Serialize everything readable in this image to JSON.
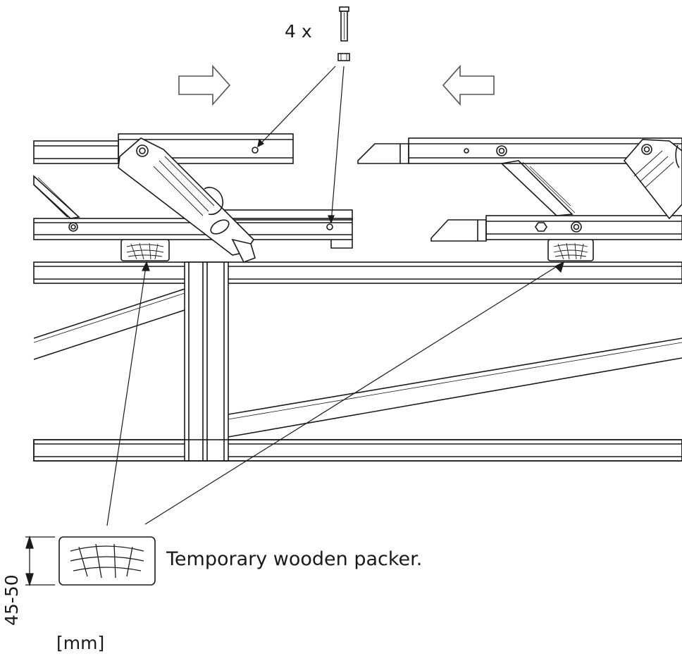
{
  "labels": {
    "quantity": "4 x",
    "packer_note": "Temporary wooden packer.",
    "dimension": "45-50",
    "unit": "[mm]"
  },
  "colors": {
    "line": "#1a1a1a",
    "background": "#ffffff",
    "arrow_stroke": "#555555"
  },
  "icons": [
    "bolt-icon",
    "nut-icon",
    "push-right-arrow-icon",
    "push-left-arrow-icon",
    "wooden-packer-icon"
  ]
}
